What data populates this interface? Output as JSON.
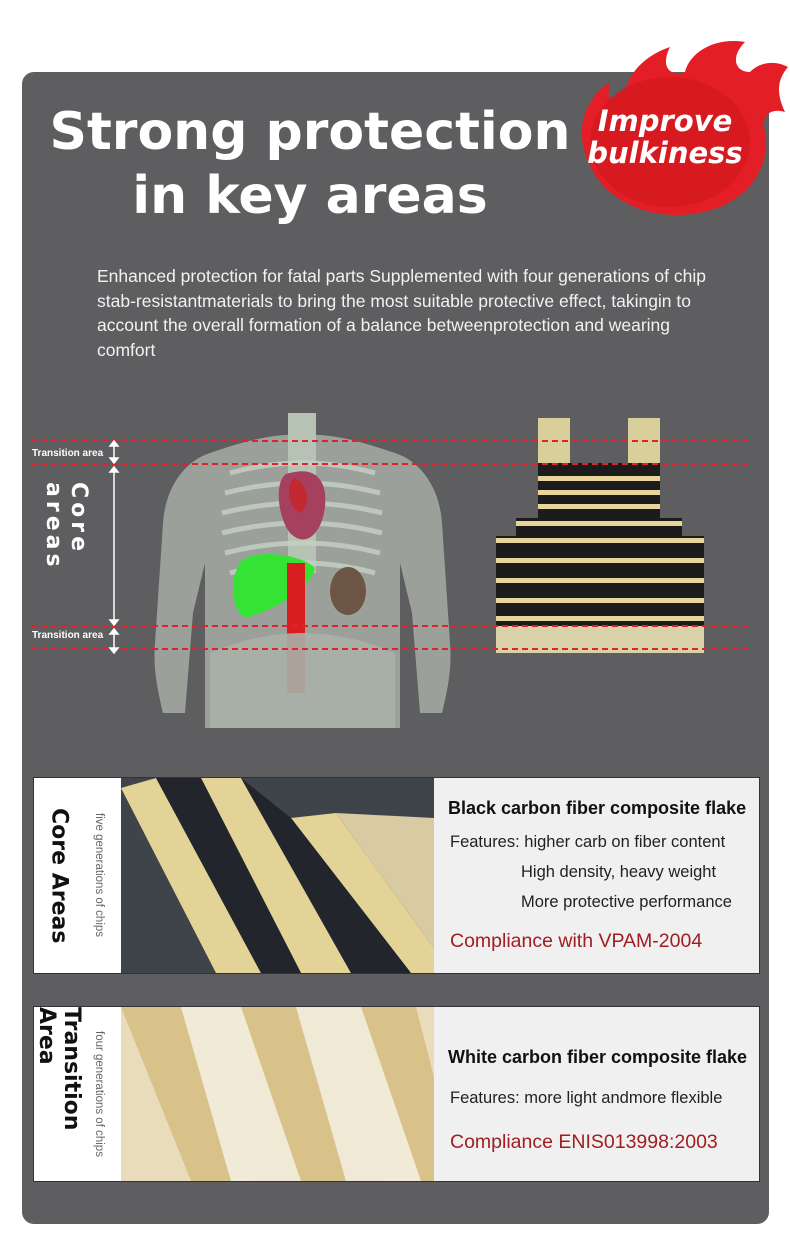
{
  "badge": {
    "line1": "Improve",
    "line2": "bulkiness"
  },
  "headline": {
    "line1": "Strong protection",
    "line2": "in key areas"
  },
  "intro": "Enhanced protection for fatal parts Supplemented  with four generations of chip stab-resistantmaterials to bring the most suitable protective effect, takingin to account the overall formation of a balance betweenprotection and wearing comfort",
  "diagram": {
    "transition_top": "Transition area",
    "core": "Core areas",
    "transition_bottom": "Transition area"
  },
  "cards": [
    {
      "side_big": "Core Areas",
      "side_small": "five generations of chips",
      "title": "Black carbon fiber composite flake",
      "features": [
        "Features: higher carb on fiber content",
        "High density, heavy weight",
        "More protective performance"
      ],
      "compliance": "Compliance with VPAM-2004"
    },
    {
      "side_big": "Transition Area",
      "side_small": "four generations of chips",
      "title": "White carbon fiber composite flake",
      "features": [
        "Features: more light andmore flexible"
      ],
      "compliance": "Compliance ENIS013998:2003"
    }
  ],
  "colors": {
    "panel": "#5e5d5f",
    "accent": "#e0232a",
    "compliance": "#a11d22",
    "aramid": "#e8d59a"
  }
}
